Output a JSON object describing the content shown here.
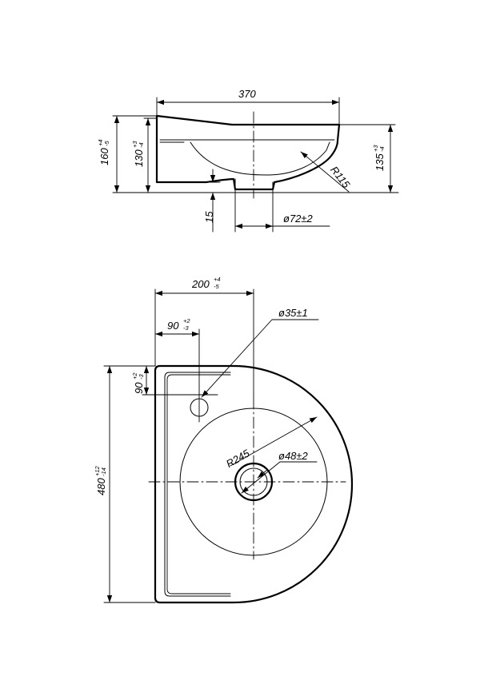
{
  "side_view": {
    "width": "370",
    "height_total": {
      "value": "160",
      "tol_upper": "+4",
      "tol_lower": "-5"
    },
    "height_bowl": {
      "value": "130",
      "tol_upper": "+3",
      "tol_lower": "-4"
    },
    "height_right": {
      "value": "135",
      "tol_upper": "+3",
      "tol_lower": "-4"
    },
    "radius": "R115",
    "drain_depth": "15",
    "drain_diameter": "ø72±2"
  },
  "top_view": {
    "offset_x": {
      "value": "200",
      "tol_upper": "+4",
      "tol_lower": "-5"
    },
    "tap_x": {
      "value": "90",
      "tol_upper": "+2",
      "tol_lower": "-3"
    },
    "tap_y": {
      "value": "90",
      "tol_upper": "+2",
      "tol_lower": "-3"
    },
    "tap_hole": "ø35±1",
    "bowl_radius": "R245",
    "drain_hole": "ø48±2",
    "depth": {
      "value": "480",
      "tol_upper": "+12",
      "tol_lower": "-14"
    }
  }
}
